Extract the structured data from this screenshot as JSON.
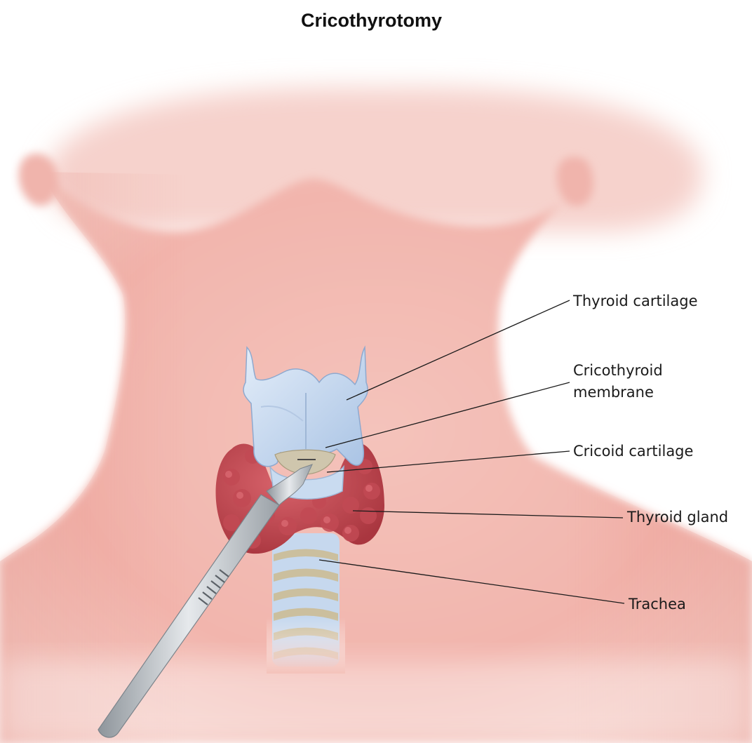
{
  "title": "Cricothyrotomy",
  "labels": {
    "thyroid_cartilage": "Thyroid cartilage",
    "cricothyroid_membrane_line1": "Cricothyroid",
    "cricothyroid_membrane_line2": "membrane",
    "cricoid_cartilage": "Cricoid cartilage",
    "thyroid_gland": "Thyroid gland",
    "trachea": "Trachea"
  },
  "colors": {
    "skin": "#f2b8b0",
    "cartilage": "#c9dbf0",
    "thyroid_gland": "#c8505a",
    "trachea_ring": "#cbbf9e",
    "scalpel": "#b9bec3",
    "leader_line": "#1a1a1a"
  }
}
